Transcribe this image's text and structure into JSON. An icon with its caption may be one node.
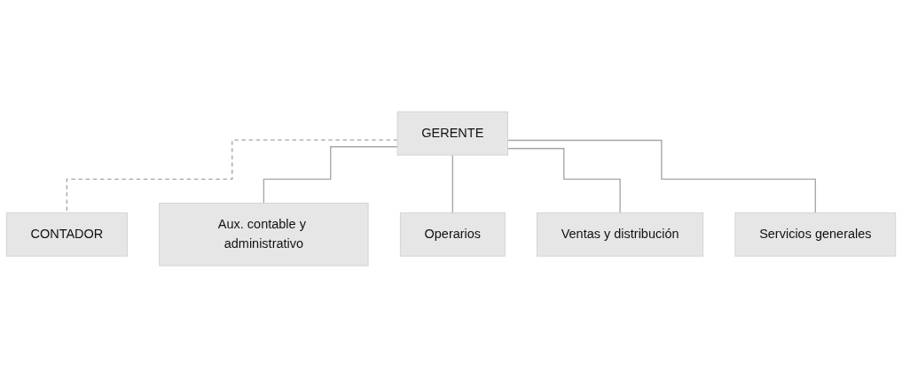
{
  "diagram": {
    "nodes": [
      {
        "text": [
          "GERENTE"
        ]
      },
      {
        "text": [
          "CONTADOR"
        ]
      },
      {
        "text": [
          "Aux. contable y administrativo"
        ]
      },
      {
        "text": [
          "Operarios"
        ]
      },
      {
        "text": [
          "Ventas y distribución"
        ]
      },
      {
        "text": [
          "Servicios generales"
        ]
      }
    ],
    "edges": [
      {
        "from": 0,
        "to": 1,
        "arrow": "none",
        "style": "dashed"
      },
      {
        "from": 0,
        "to": 2,
        "arrow": "none"
      },
      {
        "from": 0,
        "to": 3,
        "arrow": "none"
      },
      {
        "from": 0,
        "to": 4,
        "arrow": "none"
      },
      {
        "from": 0,
        "to": 5,
        "arrow": "none"
      }
    ]
  }
}
